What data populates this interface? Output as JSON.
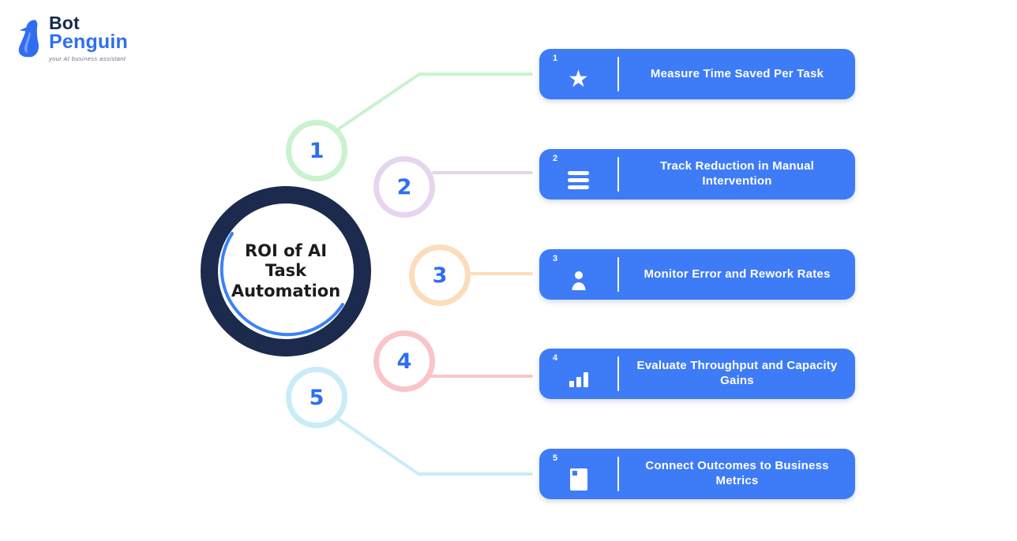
{
  "logo": {
    "bot": "Bot",
    "penguin": "Penguin",
    "tagline": "your AI business assistant",
    "icon": "penguin-icon",
    "navy": "#14294e",
    "blue": "#2f6ef2"
  },
  "center": {
    "title": "ROI of AI Task Automation",
    "lines": [
      "ROI of AI",
      "Task",
      "Automation"
    ],
    "ring_color": "#1c2a4e",
    "arc_color": "#3b82f6"
  },
  "colors": {
    "card_blue": "#3e7bf7",
    "number_blue": "#2f6ef2",
    "background": "#ffffff",
    "card_text": "#ffffff"
  },
  "items": [
    {
      "num": "1",
      "label": "Measure Time Saved Per Task",
      "icon": "star-icon",
      "accent": "#c9f2cf"
    },
    {
      "num": "2",
      "label": "Track Reduction in Manual Intervention",
      "icon": "list-icon",
      "accent": "#e6d5ee"
    },
    {
      "num": "3",
      "label": "Monitor Error and Rework Rates",
      "icon": "person-icon",
      "accent": "#fcdcba"
    },
    {
      "num": "4",
      "label": "Evaluate Throughput and Capacity Gains",
      "icon": "bar-chart-icon",
      "accent": "#f9c5c8"
    },
    {
      "num": "5",
      "label": "Connect Outcomes to Business Metrics",
      "icon": "document-icon",
      "accent": "#c9ecf8"
    }
  ]
}
